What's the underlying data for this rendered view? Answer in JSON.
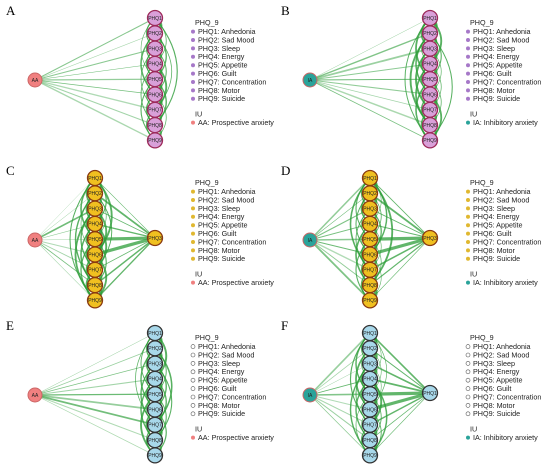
{
  "figure": {
    "panels": [
      {
        "letter": "A",
        "layout": "fan",
        "iu": {
          "label": "AA",
          "legend": "AA: Prospective anxiety",
          "color": "#f08080"
        },
        "phq_color": "#d9a0d9",
        "phq_stroke": "#9c2b5a",
        "dot_color": "#a678c8"
      },
      {
        "letter": "B",
        "layout": "fan",
        "iu": {
          "label": "IA",
          "legend": "IA: Inhibitory anxiety",
          "color": "#2aa39a"
        },
        "phq_color": "#d9a0d9",
        "phq_stroke": "#9c2b5a",
        "dot_color": "#a678c8"
      },
      {
        "letter": "C",
        "layout": "fan-right",
        "iu": {
          "label": "AA",
          "legend": "AA: Prospective anxiety",
          "color": "#f08080"
        },
        "phq_color": "#f0c020",
        "phq_stroke": "#8a3a10",
        "dot_color": "#e0b830"
      },
      {
        "letter": "D",
        "layout": "fan-right",
        "iu": {
          "label": "IA",
          "legend": "IA: Inhibitory anxiety",
          "color": "#2aa39a"
        },
        "phq_color": "#f0c020",
        "phq_stroke": "#8a3a10",
        "dot_color": "#e0b830"
      },
      {
        "letter": "E",
        "layout": "fan",
        "iu": {
          "label": "AA",
          "legend": "AA: Prospective anxiety",
          "color": "#f08080"
        },
        "phq_color": "#a8d8ea",
        "phq_stroke": "#333333",
        "dot_color": "#ffffff"
      },
      {
        "letter": "F",
        "layout": "fan-right",
        "iu": {
          "label": "IA",
          "legend": "IA: Inhibitory anxiety",
          "color": "#2aa39a"
        },
        "phq_color": "#a8d8ea",
        "phq_stroke": "#333333",
        "dot_color": "#ffffff"
      }
    ],
    "phq_group_title": "PHQ_9",
    "iu_group_title": "IU",
    "phq_items": [
      {
        "id": "PHQ1",
        "legend": "PHQ1: Anhedonia"
      },
      {
        "id": "PHQ2",
        "legend": "PHQ2: Sad Mood"
      },
      {
        "id": "PHQ3",
        "legend": "PHQ3: Sleep"
      },
      {
        "id": "PHQ4",
        "legend": "PHQ4: Energy"
      },
      {
        "id": "PHQ5",
        "legend": "PHQ5: Appetite"
      },
      {
        "id": "PHQ6",
        "legend": "PHQ6: Guilt"
      },
      {
        "id": "PHQ7",
        "legend": "PHQ7: Concentration"
      },
      {
        "id": "PHQ8",
        "legend": "PHQ8: Motor"
      },
      {
        "id": "PHQ9",
        "legend": "PHQ9: Suicide"
      }
    ],
    "edge_color": "#2e9e3a"
  }
}
